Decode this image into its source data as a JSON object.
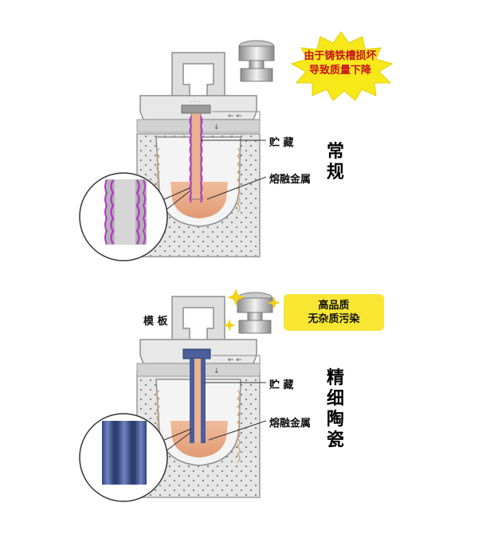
{
  "top_panel": {
    "vertical_title": "常规",
    "warning_line1": "由于铸铁槽损坏",
    "warning_line2": "导致质量下降",
    "label_reservoir": "贮 藏",
    "label_molten": "熔融金属"
  },
  "bottom_panel": {
    "vertical_title": "精细陶瓷",
    "label_template": "模 板",
    "benefit_line1": "高品质",
    "benefit_line2": "无杂质污染",
    "label_reservoir": "贮 藏",
    "label_molten": "熔融金属"
  },
  "colors": {
    "metal": "#e8a884",
    "ceramic_tube": "#4a5f9c",
    "cast_iron_tube": "#9a9a9a",
    "damage_edge": "#b43cc8",
    "warning_burst": "#f7e81a",
    "benefit_box": "#f8e633",
    "refractory": "#e2e2e2"
  }
}
